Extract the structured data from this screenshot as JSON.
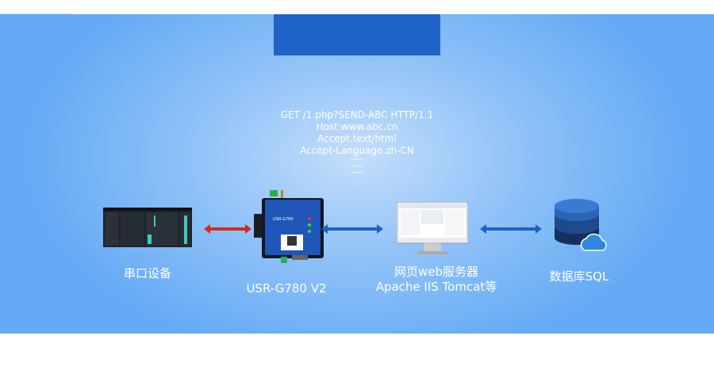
{
  "request_lines": [
    "GET /1.php?SEND-ABC HTTP/1.1",
    "Host:www.abc.cn",
    "Accept.text/html",
    "Accept-Language.zh-CN"
  ],
  "nodes": {
    "serial": {
      "label": "串口设备"
    },
    "gateway": {
      "label": "USR-G780 V2",
      "device_text": "USR-G780"
    },
    "server": {
      "label1": "网页web服务器",
      "label2": "Apache IIS Tomcat等"
    },
    "db": {
      "label": "数据库SQL"
    }
  },
  "colors": {
    "accent": "#1f63c9",
    "arrow_red": "#d42a1c",
    "arrow_blue": "#1d63c2"
  }
}
